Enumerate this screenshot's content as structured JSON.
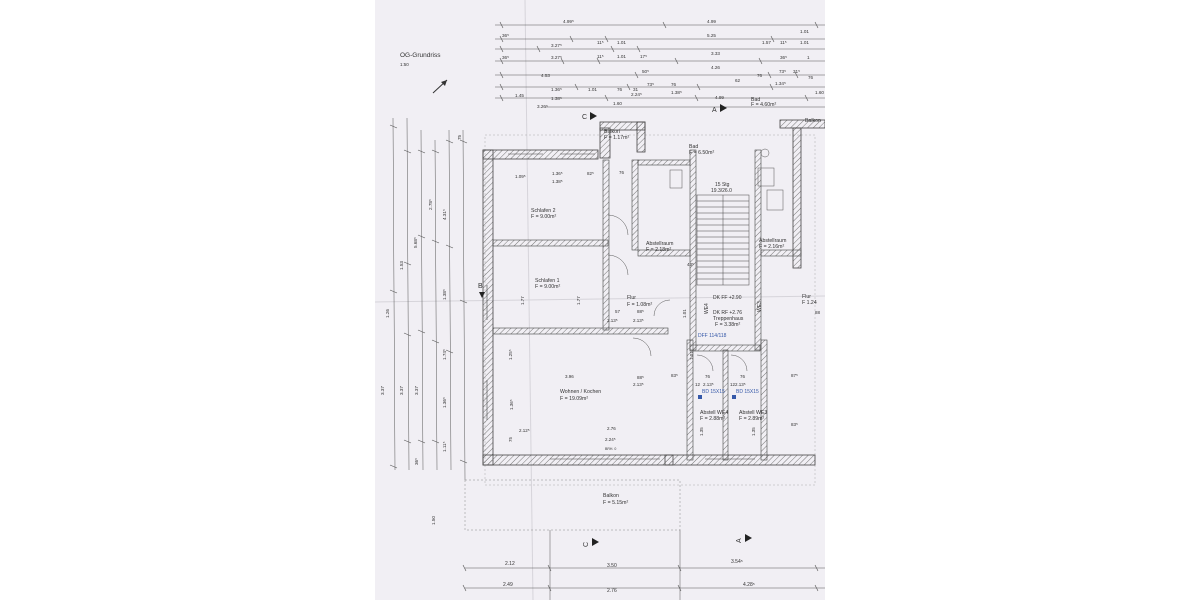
{
  "plan": {
    "title": "OG-Grundriss",
    "scale": "1:50",
    "north": "N"
  },
  "rooms": {
    "schlafen2": {
      "name": "Schlafen 2",
      "area": "F = 9.00m²"
    },
    "schlafen1": {
      "name": "Schlafen 1",
      "area": "F = 9.00m²"
    },
    "wohnen": {
      "name": "Wohnen / Kochen",
      "area": "F = 19.09m²"
    },
    "bad_left": {
      "name": "Bad",
      "area": "F = 6.50m²"
    },
    "bad_top": {
      "name": "Bad",
      "area": "F = 4.60m²"
    },
    "balkon_top": {
      "name": "Balkon",
      "area": "F = 1.17m²"
    },
    "abstell_left": {
      "name": "Abstellraum",
      "area": "F = 2.18m²"
    },
    "abstell_right": {
      "name": "Abstellraum",
      "area": "F = 2.16m²"
    },
    "flur_left": {
      "name": "Flur",
      "area": "F = 1.08m²"
    },
    "flur_right": {
      "name": "Flur",
      "area": "F 1.24"
    },
    "treppenhaus": {
      "name": "Treppenhaus",
      "area": "F = 3.38m²"
    },
    "abstell_we4": {
      "name": "Abstell WE4",
      "area": "F = 2.88m²"
    },
    "abstell_we3": {
      "name": "Abstell WE3",
      "area": "F = 2.89m²"
    },
    "balkon_bottom": {
      "name": "Balkon",
      "area": "F = 5.15m²"
    },
    "balkon_right": {
      "name": "Balkon"
    }
  },
  "annotations": {
    "dk_ff": "DK FF +2.90",
    "dk_rf": "DK RF +2.76",
    "dff": "DFF 114/118",
    "stairs": "15 Stg",
    "stairs_dim": "19.3/26.0",
    "bd_left": "BD 15X15",
    "bd_right": "BD 15X15",
    "we4": "WE4",
    "we3": "WE3",
    "brh": "BRH. 0"
  },
  "section_markers": {
    "a_top": "A",
    "c_top": "C",
    "a_bottom": "A",
    "c_bottom": "C",
    "b_left": "B"
  },
  "dimensions": {
    "top_rows": [
      [
        "4.99⁵",
        "4.99"
      ],
      [
        "36⁵",
        "5.25",
        "1.01"
      ],
      [
        "3.27⁵",
        "11⁵",
        "1.01",
        "1.57",
        "11⁵",
        "1.01"
      ],
      [
        "36⁵",
        "3.27⁵",
        "11⁵",
        "1.01",
        "17⁵",
        "3.33",
        "36⁵",
        "1"
      ],
      [
        "4.53",
        "50⁵",
        "4.26",
        "73⁵",
        "31⁵",
        "76"
      ],
      [
        "1.36⁵",
        "1.01",
        "76",
        "31",
        "73⁵",
        "76",
        "62",
        "76",
        "1.34⁵"
      ],
      [
        "1.45",
        "1.38⁵",
        "2.24⁵",
        "1.38⁵",
        "4.99",
        "1.60"
      ],
      [
        "3.26⁵",
        "1.60"
      ]
    ],
    "left_cols": [
      "3.37",
      "3.37",
      "3.37",
      "1.50",
      "1.53",
      "5.68⁵",
      "2.78⁵",
      "4.31⁵",
      "1.26",
      "1.38⁵",
      "1.74⁵",
      "1.36⁵",
      "1.11⁵",
      "36⁵",
      "75"
    ],
    "interior": [
      "1.36⁵",
      "1.38⁵",
      "1.09⁵",
      "82⁵",
      "76",
      "2.13⁵",
      "3.96",
      "88⁵",
      "83⁵",
      "2.13⁵",
      "2.76",
      "2.24⁵",
      "2.12⁵",
      "1.36⁵",
      "1.77",
      "1.77",
      "1.25⁵",
      "75",
      "43⁵",
      "2.13⁵",
      "88⁵",
      "57",
      "76",
      "76",
      "12",
      "12",
      "2.13⁵",
      "2.13⁵",
      "87⁵",
      "83⁵",
      "1.35",
      "1.35",
      "1.01",
      "1.01",
      "88"
    ],
    "bottom_rows": [
      [
        "2.12",
        "3.50",
        "3.54⁵"
      ],
      [
        "2.49",
        "2.76",
        "4.28⁵"
      ]
    ]
  }
}
